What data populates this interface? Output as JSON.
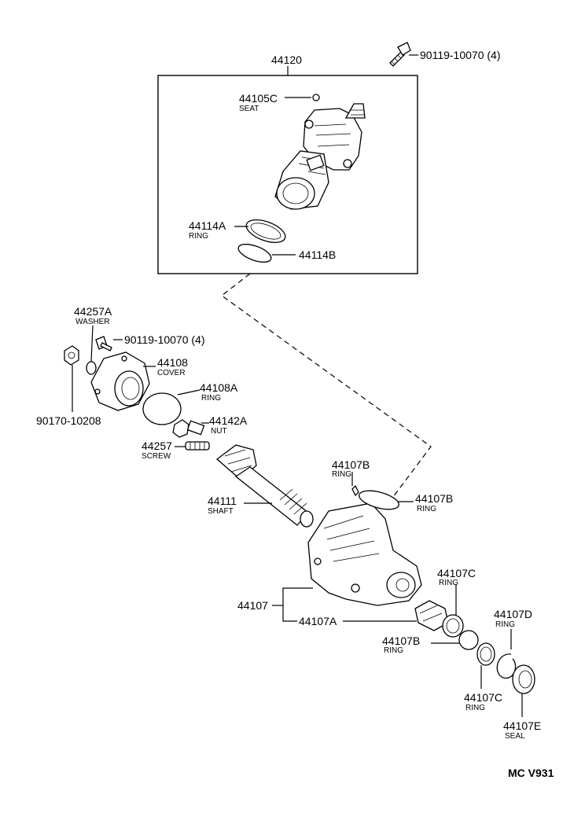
{
  "callouts": {
    "c44120": "44120",
    "c90119_top": "90119-10070 (4)",
    "c44105C": "44105C",
    "c44105C_desc": "SEAT",
    "c44114A": "44114A",
    "c44114A_desc": "RING",
    "c44114B": "44114B",
    "c44257A": "44257A",
    "c44257A_desc": "WASHER",
    "c90119_mid": "90119-10070 (4)",
    "c44108": "44108",
    "c44108_desc": "COVER",
    "c44108A": "44108A",
    "c44108A_desc": "RING",
    "c90170": "90170-10208",
    "c44142A": "44142A",
    "c44142A_desc": "NUT",
    "c44257": "44257",
    "c44257_desc": "SCREW",
    "c44111": "44111",
    "c44111_desc": "SHAFT",
    "c44107B_small": "44107B",
    "c44107B_small_desc": "RING",
    "c44107B_ring": "44107B",
    "c44107B_ring_desc": "RING",
    "c44107": "44107",
    "c44107A": "44107A",
    "c44107C_top": "44107C",
    "c44107C_top_desc": "RING",
    "c44107D": "44107D",
    "c44107D_desc": "RING",
    "c44107B_low": "44107B",
    "c44107B_low_desc": "RING",
    "c44107C_low": "44107C",
    "c44107C_low_desc": "RING",
    "c44107E": "44107E",
    "c44107E_desc": "SEAL"
  },
  "diagram_code": "MC  V931"
}
